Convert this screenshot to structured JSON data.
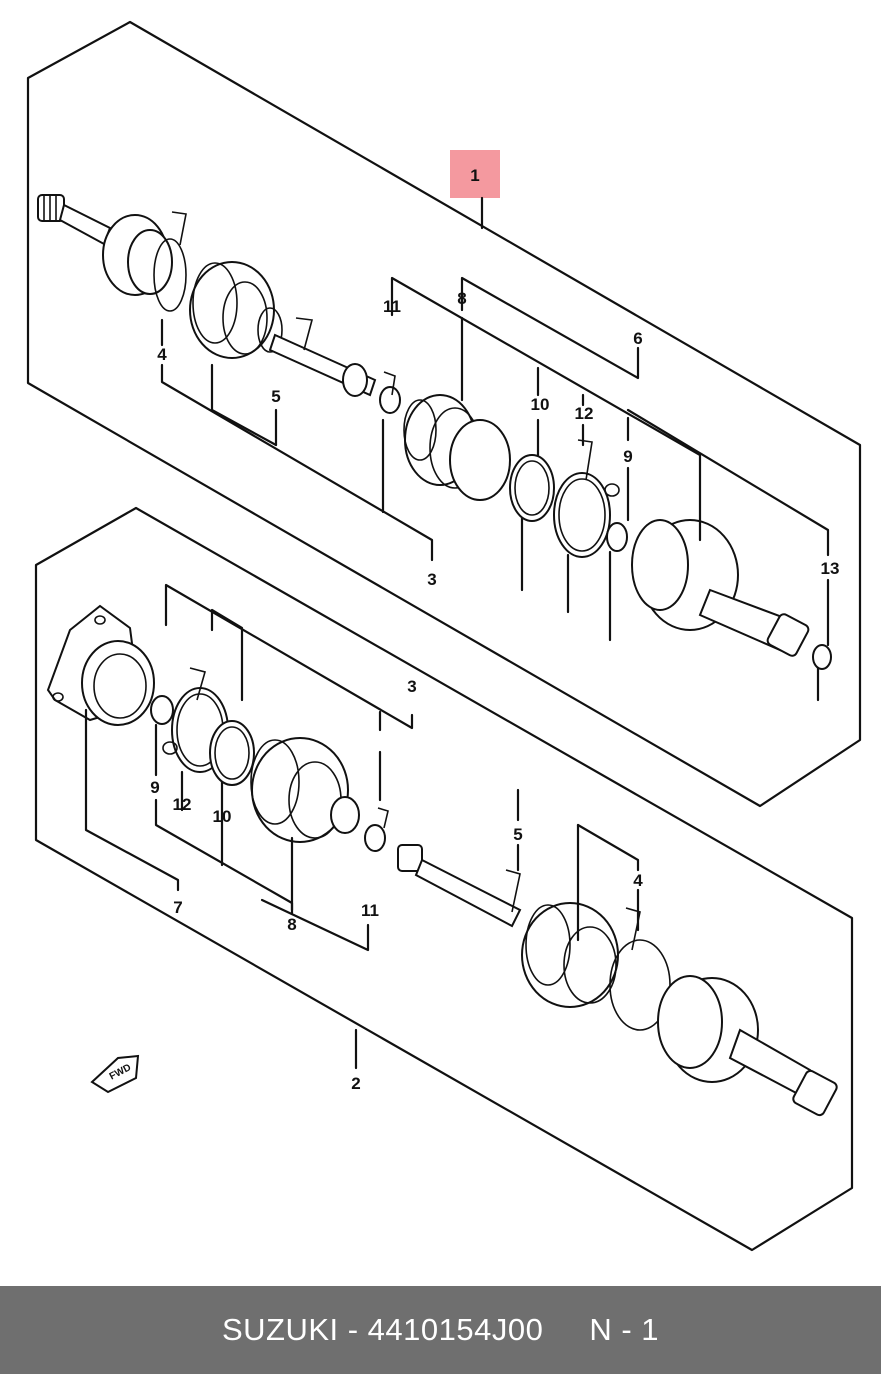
{
  "colors": {
    "highlight": "#f4999f",
    "footer_bg": "#6f6f6f",
    "footer_text": "#ffffff",
    "line": "#111111"
  },
  "callouts": {
    "c1": "1",
    "c2": "2",
    "u3": "3",
    "u4": "4",
    "u5": "5",
    "u6": "6",
    "u8": "8",
    "u9": "9",
    "u10": "10",
    "u11": "11",
    "u12": "12",
    "u13": "13",
    "l3": "3",
    "l4": "4",
    "l5": "5",
    "l7": "7",
    "l8": "8",
    "l9": "9",
    "l10": "10",
    "l11": "11",
    "l12": "12"
  },
  "fwd_mark": "FWD",
  "footer": {
    "part_code": "SUZUKI - 4410154J00",
    "position": "N - 1"
  }
}
